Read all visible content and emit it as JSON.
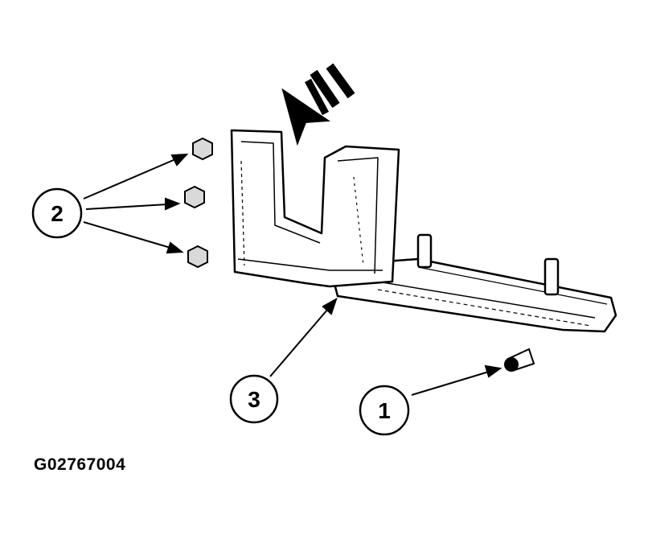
{
  "diagram": {
    "callouts": [
      {
        "label": "1",
        "meaning": "rear-fastener"
      },
      {
        "label": "2",
        "meaning": "nuts"
      },
      {
        "label": "3",
        "meaning": "trim-panel"
      }
    ],
    "reference_code": "G02767004",
    "colors": {
      "ink": "#000000",
      "fill": "#ffffff",
      "shade": "#d9d9d9"
    },
    "icons": [
      "direction-arrow-icon",
      "nut-icon",
      "push-pin-icon"
    ]
  }
}
